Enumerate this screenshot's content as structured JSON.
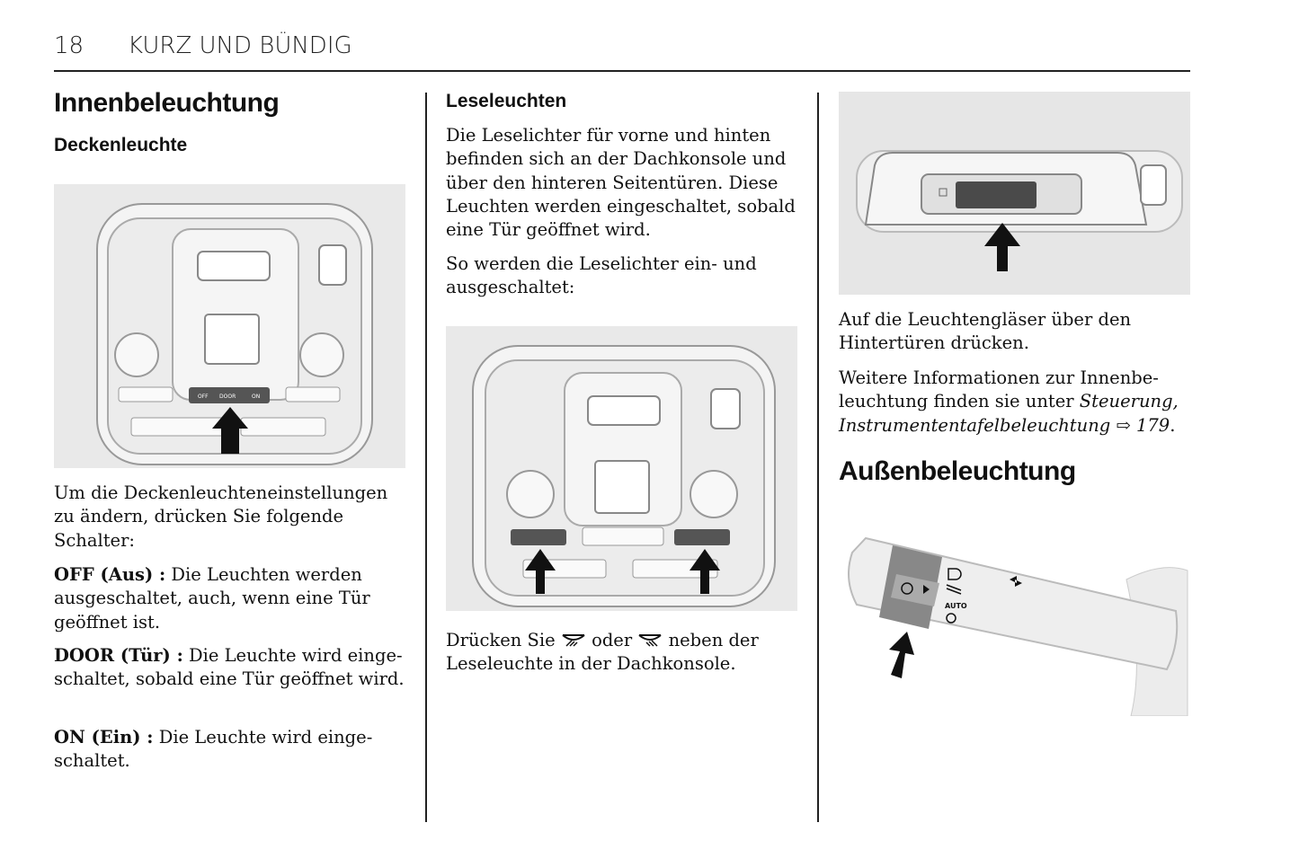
{
  "header": {
    "page_number": "18",
    "section": "KURZ UND BÜNDIG"
  },
  "col1": {
    "title": "Innenbeleuchtung",
    "subtitle": "Deckenleuchte",
    "image_labels": [
      "OFF",
      "DOOR",
      "ON"
    ],
    "intro": "Um die Deckenleuchteneinstellungen zu ändern, drücken Sie folgende Schalter:",
    "items": [
      {
        "term": "OFF (Aus) :",
        "text": " Die Leuchten werden ausgeschaltet, auch, wenn eine Tür geöffnet ist."
      },
      {
        "term": "DOOR (Tür) :",
        "text": " Die Leuchte wird einge­schaltet, sobald eine Tür geöffnet wird."
      },
      {
        "term": "ON (Ein) :",
        "text": " Die Leuchte wird einge­schaltet."
      }
    ]
  },
  "col2": {
    "subtitle": "Leseleuchten",
    "para1": "Die Leselichter für vorne und hinten befinden sich an der Dachkonsole und über den hinteren Seitentüren. Diese Leuchten werden eingeschaltet, sobald eine Tür geöffnet wird.",
    "para2": "So werden die Leselichter ein- und ausgeschaltet:",
    "para3_a": "Drücken Sie ",
    "para3_b": " oder ",
    "para3_c": " neben der Leseleuchte in der Dachkonsole."
  },
  "col3": {
    "para1": "Auf die Leuchtengläser über den Hintertüren drücken.",
    "para2_a": "Weitere Informationen zur Innenbe­leuchtung finden sie unter ",
    "para2_link": "Steuerung, Instrumententafelbeleuchtung",
    "para2_ref": " ⇨ 179",
    "para2_end": ".",
    "title": "Außenbeleuchtung",
    "lever_label": "AUTO"
  }
}
